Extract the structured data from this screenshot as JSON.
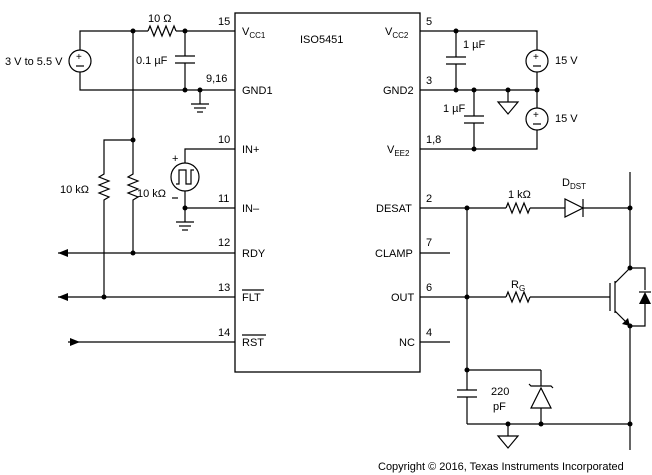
{
  "chip": {
    "name": "ISO5451",
    "left_pins": [
      {
        "num": "15",
        "label": "V",
        "sub": "CC1"
      },
      {
        "num": "9,16",
        "label": "GND1",
        "sub": ""
      },
      {
        "num": "10",
        "label": "IN+",
        "sub": ""
      },
      {
        "num": "11",
        "label": "IN–",
        "sub": ""
      },
      {
        "num": "12",
        "label": "RDY",
        "sub": ""
      },
      {
        "num": "13",
        "label": "FLT",
        "sub": ""
      },
      {
        "num": "14",
        "label": "RST",
        "sub": ""
      }
    ],
    "right_pins": [
      {
        "num": "5",
        "label": "V",
        "sub": "CC2"
      },
      {
        "num": "3",
        "label": "GND2",
        "sub": ""
      },
      {
        "num": "1,8",
        "label": "V",
        "sub": "EE2"
      },
      {
        "num": "2",
        "label": "DESAT",
        "sub": ""
      },
      {
        "num": "7",
        "label": "CLAMP",
        "sub": ""
      },
      {
        "num": "6",
        "label": "OUT",
        "sub": ""
      },
      {
        "num": "4",
        "label": "NC",
        "sub": ""
      }
    ]
  },
  "components": {
    "supply_left": "3 V to 5.5 V",
    "r_series": "10 Ω",
    "c_vcc1": "0.1 µF",
    "r_pullup_1": "10 kΩ",
    "r_pullup_2": "10 kΩ",
    "supply_vcc2": "15 V",
    "supply_vee2": "15 V",
    "c_vcc2": "1 µF",
    "c_vee2": "1 µF",
    "r_desat": "1 kΩ",
    "d_desat": "D",
    "d_desat_sub": "DST",
    "r_gate": "R",
    "r_gate_sub": "G",
    "c_desat_line1": "220",
    "c_desat_line2": "pF"
  },
  "footer": {
    "copyright": "Copyright © 2016, Texas Instruments Incorporated"
  }
}
